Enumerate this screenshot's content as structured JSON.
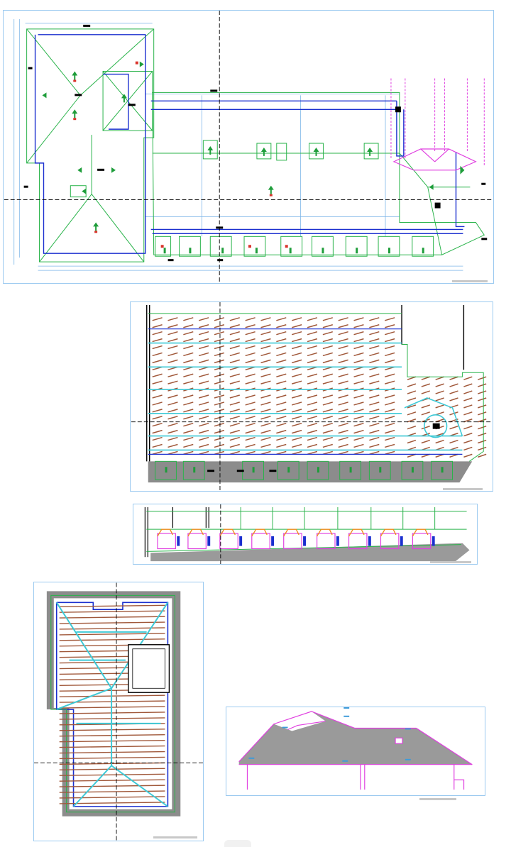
{
  "viewer": {
    "sheet_frame_color": "#9ccaf0",
    "scale_bar_color": "#c8c8c8"
  },
  "drawing_colors": {
    "roof_outline": "#29b34a",
    "wall_line": "#1a2fcf",
    "dimension_line": "#7db6e8",
    "axis_line": "#000000",
    "rafter": "#a0583a",
    "purlin": "#3ec9d6",
    "fill_shadow": "#8c8c8c",
    "facade_fill": "#9a9a9a",
    "highlight": "#e040e0",
    "slope_arrow": "#1e9d3a",
    "slope_tail": "#d9342b",
    "dormer_orange": "#f08c1e"
  },
  "sheets": [
    {
      "id": "roof-plan",
      "icon": "roof-plan-drawing-icon"
    },
    {
      "id": "rafter-framing-plan",
      "icon": "rafter-plan-drawing-icon"
    },
    {
      "id": "dormer-section",
      "icon": "section-drawing-icon"
    },
    {
      "id": "wing-rafter-plan",
      "icon": "wing-plan-drawing-icon"
    },
    {
      "id": "roof-elevation",
      "icon": "elevation-drawing-icon"
    }
  ]
}
